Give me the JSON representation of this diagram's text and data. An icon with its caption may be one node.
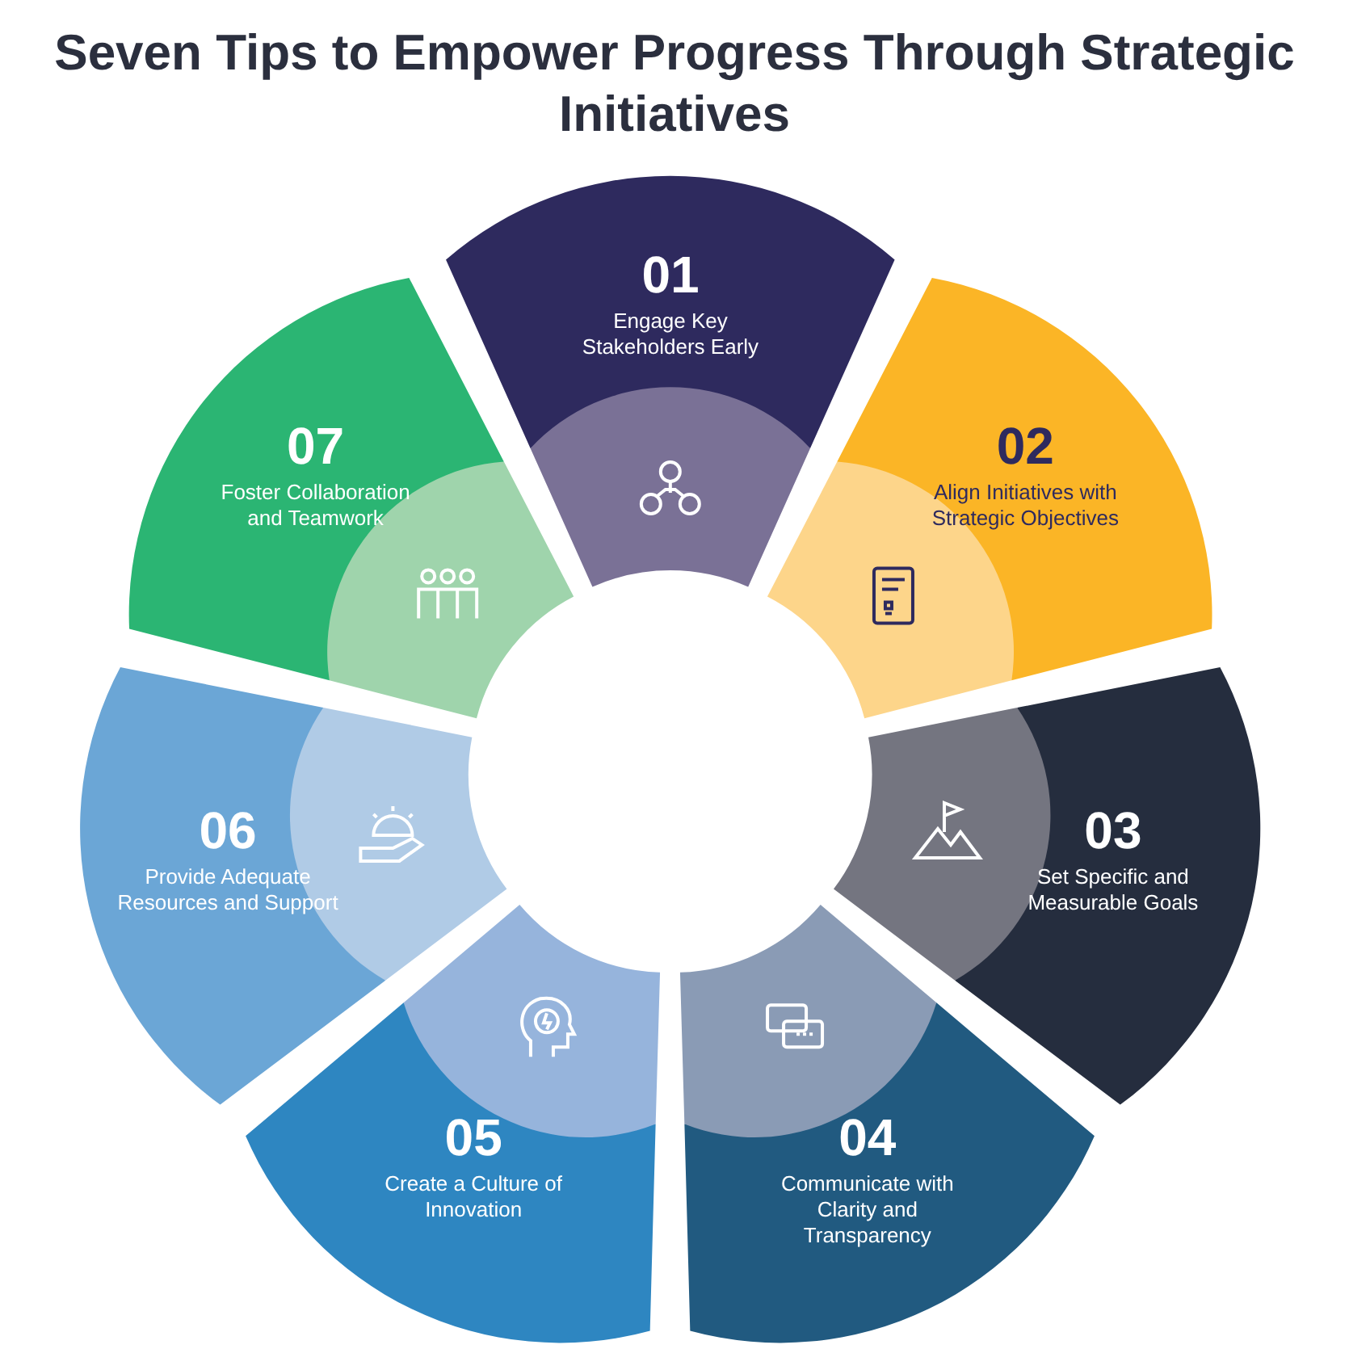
{
  "diagram": {
    "title": "Seven Tips to Empower Progress Through Strategic Initiatives",
    "nodes": [
      {
        "text": [
          "01",
          "Engage Key Stakeholders Early"
        ]
      },
      {
        "text": [
          "02",
          "Align Initiatives with Strategic Objectives"
        ]
      },
      {
        "text": [
          "03",
          "Set Specific and Measurable Goals"
        ]
      },
      {
        "text": [
          "04",
          "Communicate with Clarity and Transparency"
        ]
      },
      {
        "text": [
          "05",
          "Create a Culture of Innovation"
        ]
      },
      {
        "text": [
          "06",
          "Provide Adequate Resources and Support"
        ]
      },
      {
        "text": [
          "07",
          "Foster Collaboration and Teamwork"
        ]
      }
    ],
    "edges": []
  }
}
